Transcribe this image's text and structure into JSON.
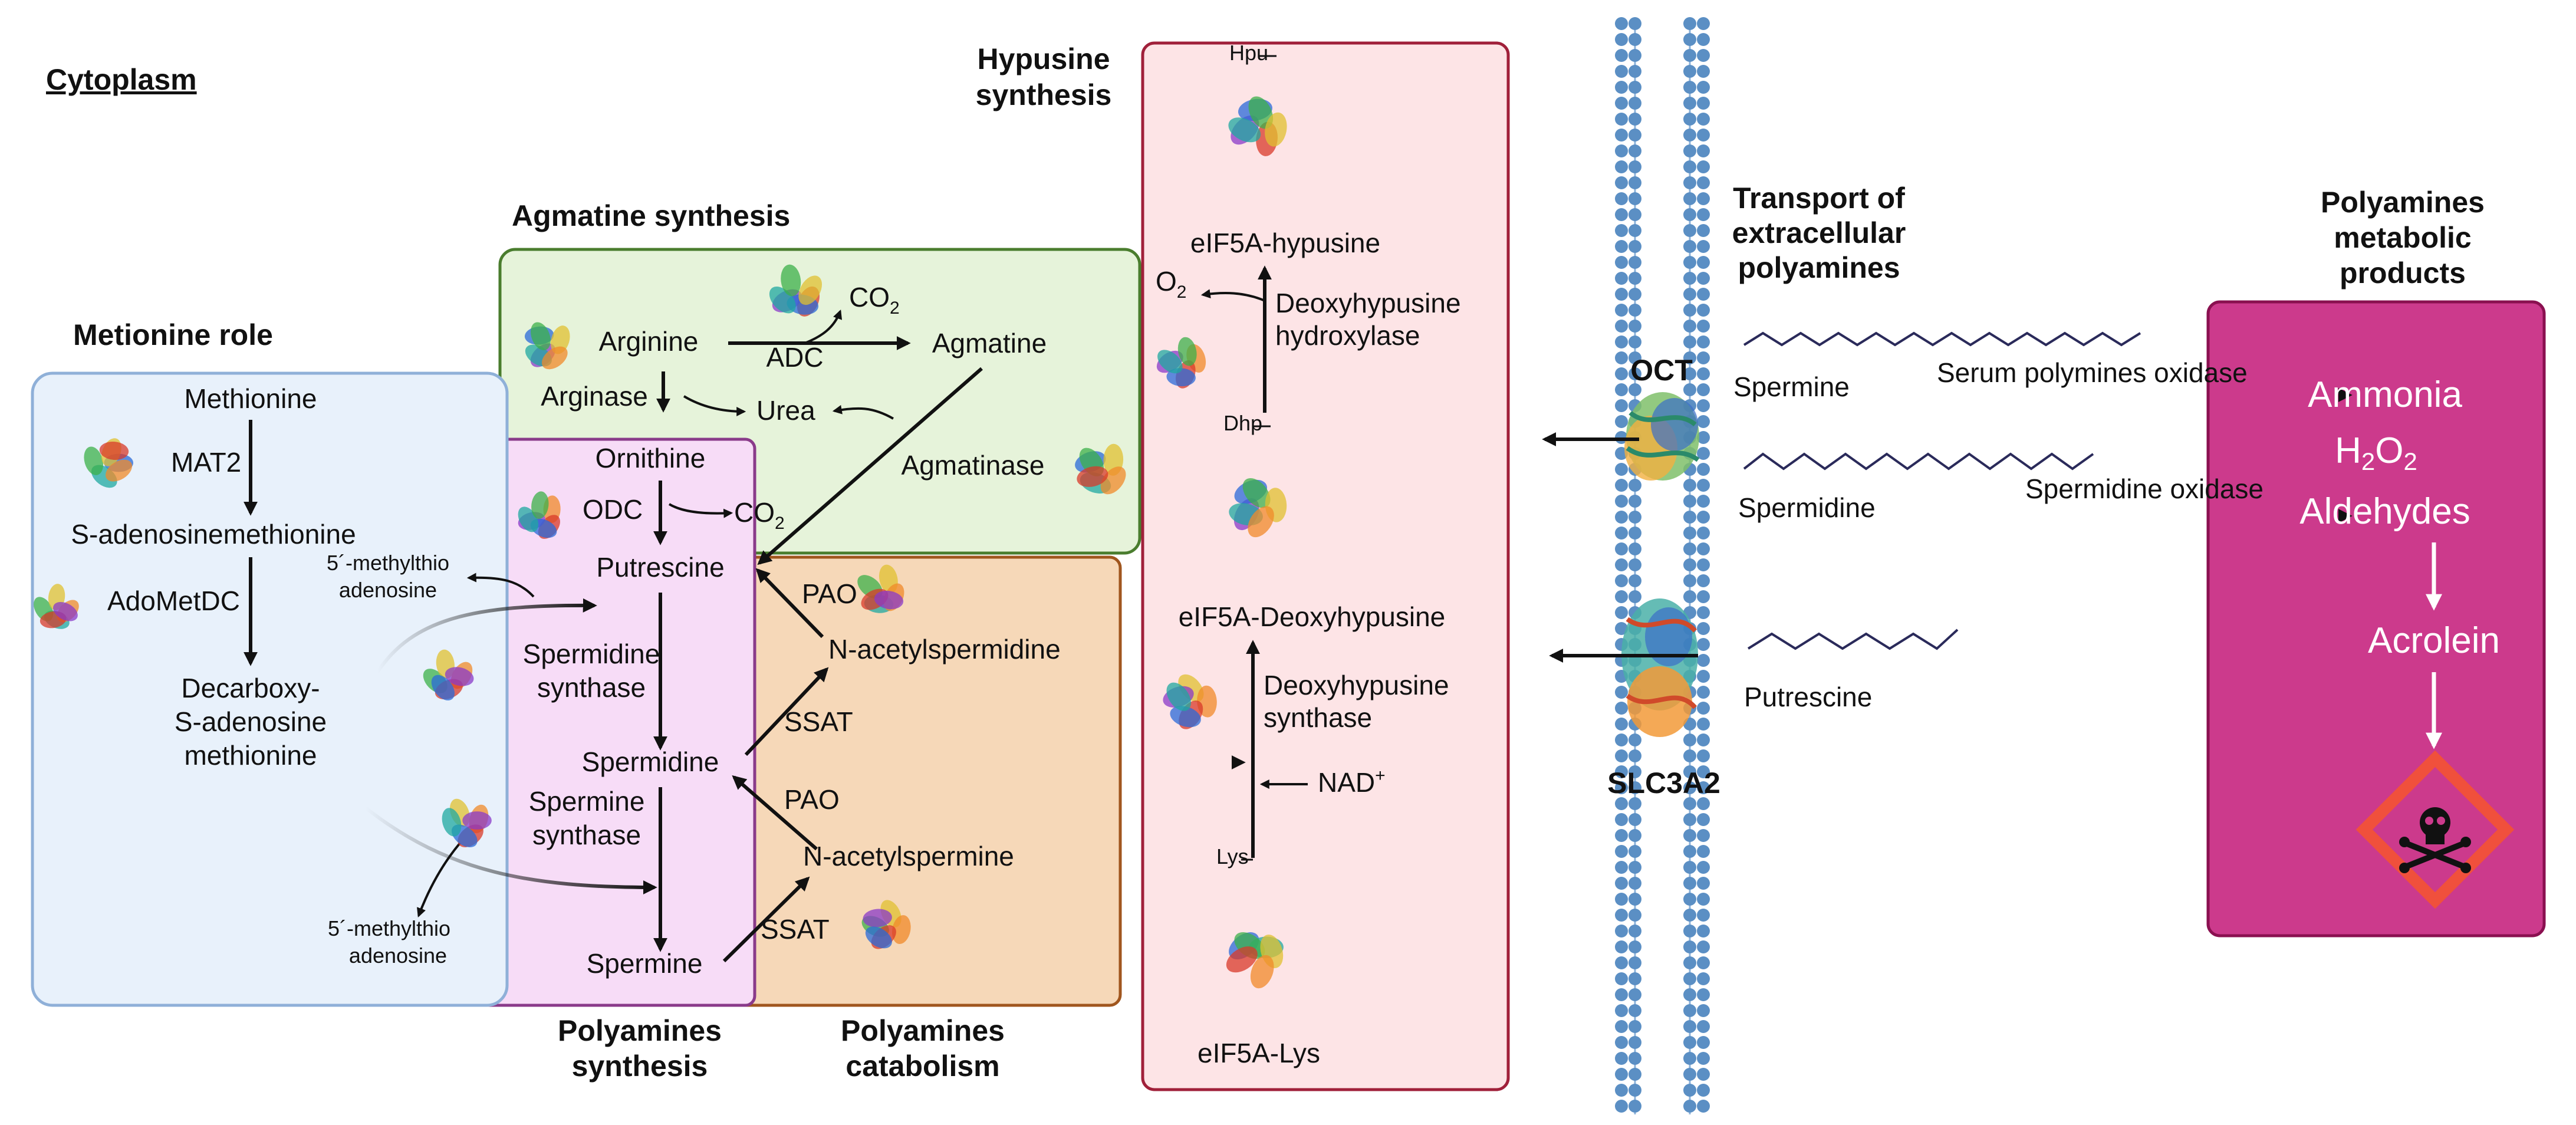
{
  "labels": {
    "cytoplasm": "Cytoplasm",
    "metionine_role": "Metionine role",
    "agmatine_synthesis": "Agmatine synthesis",
    "hypusine_synthesis_1": "Hypusine",
    "hypusine_synthesis_2": "synthesis",
    "polyamines_synthesis_1": "Polyamines",
    "polyamines_synthesis_2": "synthesis",
    "polyamines_catabolism_1": "Polyamines",
    "polyamines_catabolism_2": "catabolism",
    "transport_1": "Transport of",
    "transport_2": "extracellular",
    "transport_3": "polyamines",
    "products_1": "Polyamines",
    "products_2": "metabolic",
    "products_3": "products",
    "oct": "OCT",
    "slc3a2": "SLC3A2"
  },
  "methionine_box": {
    "methionine": "Methionine",
    "mat2": "MAT2",
    "sam": "S-adenosinemethionine",
    "adometdc": "AdoMetDC",
    "dcsam_1": "Decarboxy-",
    "dcsam_2": "S-adenosine",
    "dcsam_3": "methionine",
    "mta_1a": "5´-methylthio",
    "mta_1b": "adenosine",
    "mta_2a": "5´-methylthio",
    "mta_2b": "adenosine"
  },
  "agmatine_box": {
    "arginine": "Arginine",
    "adc": "ADC",
    "co2": "CO",
    "co2_sub": "2",
    "agmatine": "Agmatine",
    "arginase": "Arginase",
    "urea": "Urea",
    "agmatinase": "Agmatinase"
  },
  "synthesis_box": {
    "ornithine": "Ornithine",
    "odc": "ODC",
    "co2": "CO",
    "co2_sub": "2",
    "putrescine": "Putrescine",
    "spd_synthase_1": "Spermidine",
    "spd_synthase_2": "synthase",
    "spermidine": "Spermidine",
    "spm_synthase_1": "Spermine",
    "spm_synthase_2": "synthase",
    "spermine": "Spermine"
  },
  "catabolism_box": {
    "pao_1": "PAO",
    "n_acetylspermidine": "N-acetylspermidine",
    "ssat_1": "SSAT",
    "pao_2": "PAO",
    "n_acetylspermine": "N-acetylspermine",
    "ssat_2": "SSAT"
  },
  "hypusine_box": {
    "hpu": "Hpu",
    "eif5a_hypusine": "eIF5A-hypusine",
    "o2": "O",
    "o2_sub": "2",
    "dohh_1": "Deoxyhypusine",
    "dohh_2": "hydroxylase",
    "dhp": "Dhp",
    "eif5a_deoxyhypusine": "eIF5A-Deoxyhypusine",
    "dhs_1": "Deoxyhypusine",
    "dhs_2": "synthase",
    "nad": "NAD",
    "nad_sup": "+",
    "lys": "Lys",
    "eif5a_lys": "eIF5A-Lys"
  },
  "transport": {
    "spermine": "Spermine",
    "serum_oxidase": "Serum polymines oxidase",
    "spermidine": "Spermidine",
    "spermidine_oxidase": "Spermidine oxidase",
    "putrescine": "Putrescine"
  },
  "products": {
    "ammonia": "Ammonia",
    "h2o2_a": "H",
    "h2o2_b": "2",
    "h2o2_c": "O",
    "h2o2_d": "2",
    "aldehydes": "Aldehydes",
    "acrolein": "Acrolein"
  },
  "colors": {
    "methionine_fill": "#e8f1fb",
    "methionine_border": "#8fb0d8",
    "agmatine_fill": "#e6f3da",
    "agmatine_border": "#4a7d2e",
    "synthesis_fill": "#f7dcf7",
    "synthesis_border": "#8a3a8a",
    "catabolism_fill": "#f6d8b8",
    "catabolism_border": "#a0561e",
    "hypusine_fill": "#fde4e6",
    "hypusine_border": "#a0203a",
    "products_fill": "#cc3a8c",
    "products_border": "#8a1050",
    "membrane": "#5b8fc4",
    "hazard": "#f0503c"
  }
}
